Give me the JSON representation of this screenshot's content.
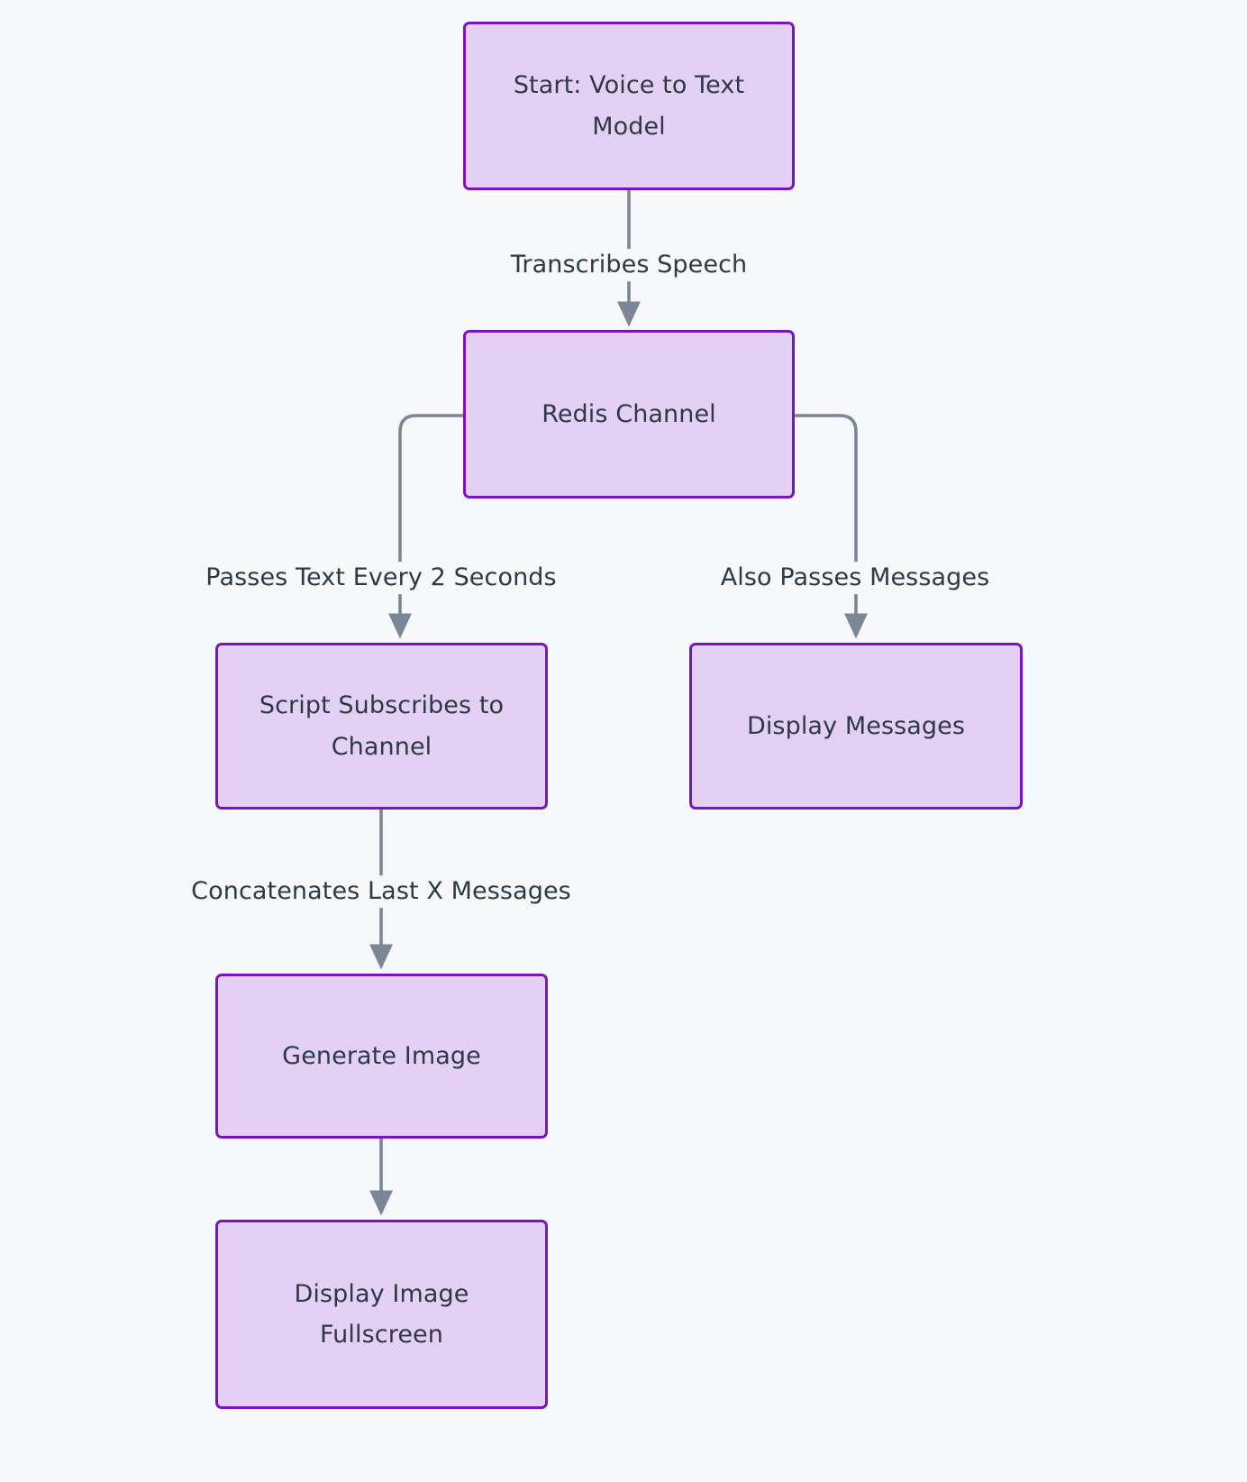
{
  "diagram": {
    "type": "flowchart",
    "direction": "top-down",
    "background_color": "#f7f8fa",
    "node_fill_color": "#e3d0f4",
    "node_border_color": "#7a13c4",
    "edge_color": "#7b8796",
    "text_color": "#2d3a45",
    "nodes": [
      {
        "id": "start",
        "label": "Start: Voice to Text\nModel"
      },
      {
        "id": "redis",
        "label": "Redis Channel"
      },
      {
        "id": "script",
        "label": "Script Subscribes to\nChannel"
      },
      {
        "id": "display_messages",
        "label": "Display Messages"
      },
      {
        "id": "generate",
        "label": "Generate Image"
      },
      {
        "id": "fullscreen",
        "label": "Display Image\nFullscreen"
      }
    ],
    "edges": [
      {
        "from": "start",
        "to": "redis",
        "label": "Transcribes Speech"
      },
      {
        "from": "redis",
        "to": "script",
        "label": "Passes Text Every 2 Seconds"
      },
      {
        "from": "redis",
        "to": "display_messages",
        "label": "Also Passes Messages"
      },
      {
        "from": "script",
        "to": "generate",
        "label": "Concatenates Last X Messages"
      },
      {
        "from": "generate",
        "to": "fullscreen",
        "label": ""
      }
    ]
  }
}
